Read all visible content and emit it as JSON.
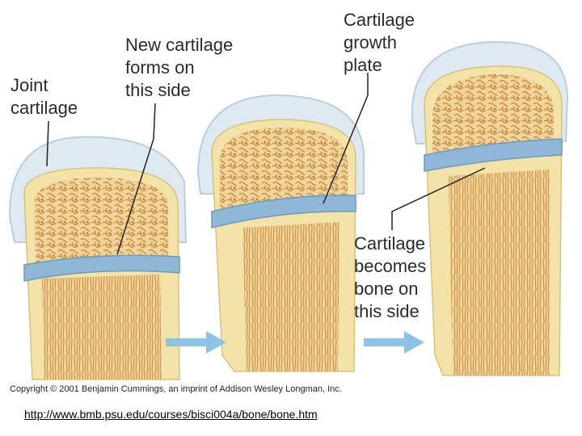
{
  "labels": {
    "joint_cartilage": "Joint\ncartilage",
    "new_cartilage": "New cartilage\nforms on\nthis side",
    "growth_plate": "Cartilage\ngrowth\nplate",
    "becomes_bone": "Cartilage\nbecomes\nbone on\nthis side"
  },
  "copyright": "Copyright © 2001 Benjamin Cummings, an imprint of Addison Wesley Longman, Inc.",
  "source_url": "http://www.bmb.psu.edu/courses/bisci004a/bone/bone.htm",
  "colors": {
    "joint_cartilage": "#d9e6f0",
    "growth_plate": "#8fb8d6",
    "spongy_bone": "#d9b36a",
    "marrow_bg": "#f1d49c",
    "compact_bone": "#f3e3a8",
    "arrow": "#8ec3e6"
  }
}
